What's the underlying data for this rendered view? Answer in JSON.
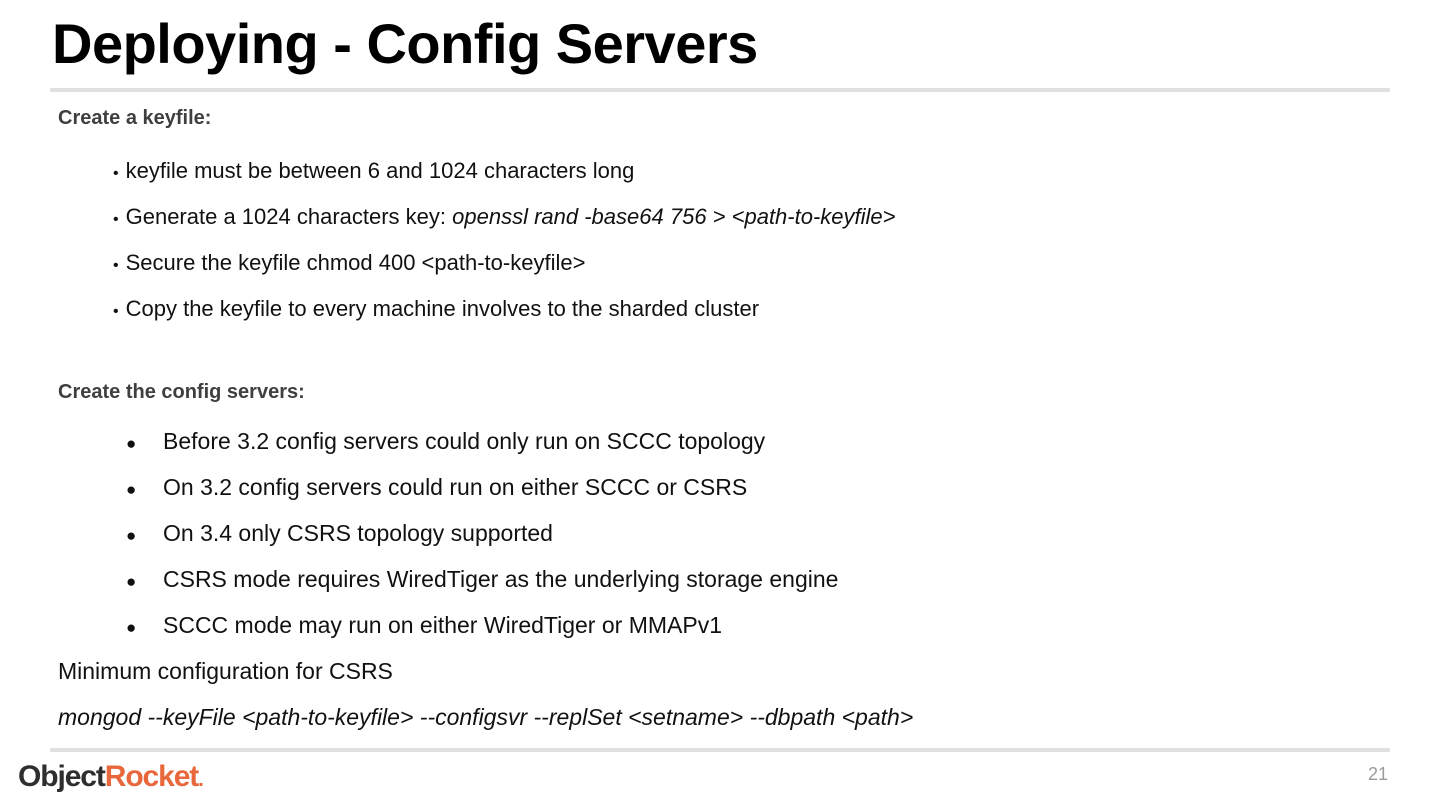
{
  "slide": {
    "title": "Deploying - Config Servers",
    "page_number": "21",
    "accent_color": "#e8683c",
    "heading_color": "#3f3f3f",
    "rule_color": "#e0e0e0"
  },
  "logo": {
    "part_one": "Object",
    "part_two": "Rocket",
    "trailing_dot": "."
  },
  "section_one": {
    "heading": "Create a keyfile:",
    "bullet_glyph": "•",
    "items": [
      {
        "text": "keyfile must be between 6 and 1024 characters long",
        "code": ""
      },
      {
        "text": "Generate a 1024 characters key:  ",
        "code": "openssl rand -base64 756 > <path-to-keyfile>"
      },
      {
        "text": "Secure the keyfile chmod 400 <path-to-keyfile>",
        "code": ""
      },
      {
        "text": "Copy the keyfile to every machine involves to the sharded cluster",
        "code": ""
      }
    ]
  },
  "section_two": {
    "heading": "Create the config servers:",
    "bullet_glyph": "●",
    "items": [
      {
        "text": "Before 3.2 config servers could only run on SCCC topology"
      },
      {
        "text": "On 3.2 config servers could run on either SCCC or CSRS"
      },
      {
        "text": "On 3.4 only CSRS topology supported"
      },
      {
        "text": "CSRS mode requires WiredTiger as the underlying storage engine"
      },
      {
        "text": "SCCC mode may run on either WiredTiger or MMAPv1"
      }
    ],
    "footer_line": "Minimum configuration for CSRS",
    "command_line": "mongod --keyFile <path-to-keyfile> --configsvr --replSet <setname> --dbpath <path>"
  }
}
